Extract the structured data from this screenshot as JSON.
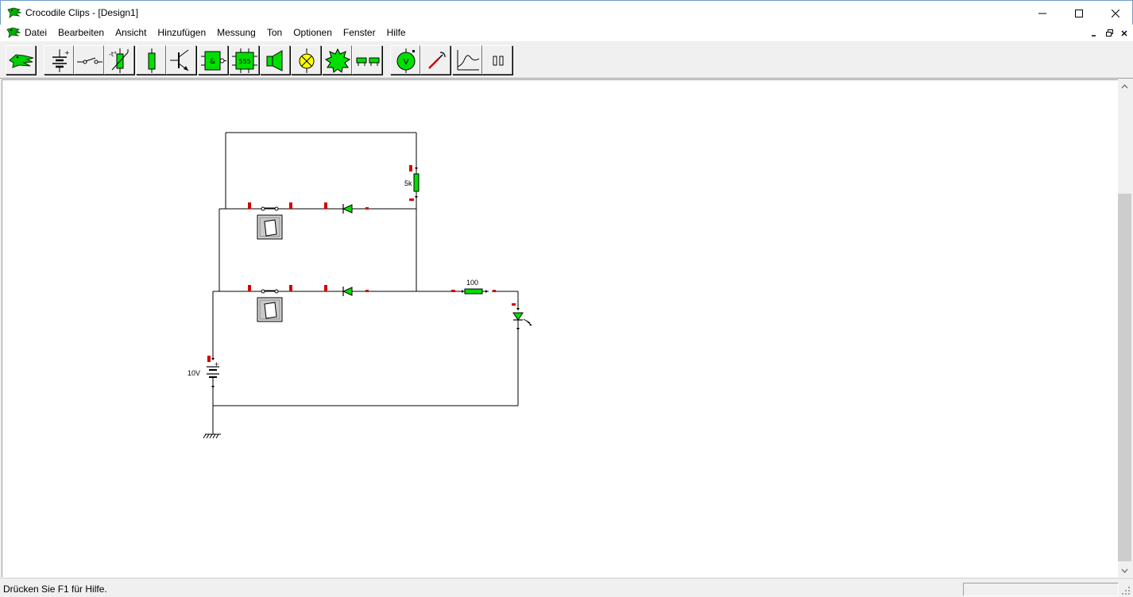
{
  "window": {
    "title": "Crocodile Clips - [Design1]",
    "minimize_glyph": "—",
    "maximize_glyph": "☐",
    "close_glyph": "✕"
  },
  "menu": {
    "items": [
      {
        "label": "Datei"
      },
      {
        "label": "Bearbeiten"
      },
      {
        "label": "Ansicht"
      },
      {
        "label": "Hinzufügen"
      },
      {
        "label": "Messung"
      },
      {
        "label": "Ton"
      },
      {
        "label": "Optionen"
      },
      {
        "label": "Fenster"
      },
      {
        "label": "Hilfe"
      }
    ]
  },
  "toolbar": {
    "buttons": [
      {
        "icon": "crocodile-icon"
      },
      {
        "icon": "battery-icon"
      },
      {
        "icon": "switch-icon"
      },
      {
        "icon": "thermistor-icon"
      },
      {
        "icon": "resistor-icon"
      },
      {
        "icon": "transistor-icon"
      },
      {
        "icon": "logic-gate-icon",
        "label": "&"
      },
      {
        "icon": "timer-555-icon",
        "label": "555"
      },
      {
        "icon": "speaker-icon"
      },
      {
        "icon": "lamp-icon"
      },
      {
        "icon": "buzzer-icon"
      },
      {
        "icon": "relay-icon"
      },
      {
        "icon": "voltmeter-icon",
        "label": "V"
      },
      {
        "icon": "probe-icon"
      },
      {
        "icon": "graph-icon"
      },
      {
        "icon": "pause-icon"
      }
    ]
  },
  "circuit": {
    "resistor_top_label": "5k",
    "resistor_series_label": "100",
    "battery_label": "10V",
    "battery_plus": "+"
  },
  "statusbar": {
    "text": "Drücken Sie F1 für Hilfe."
  },
  "colors": {
    "component_green": "#00e000",
    "terminal_red": "#d40000",
    "wire": "#000000",
    "lamp_yellow": "#ffff00"
  }
}
